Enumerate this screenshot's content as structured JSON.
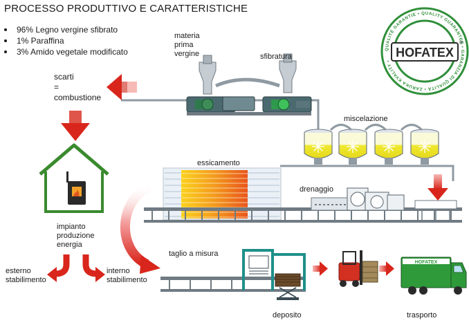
{
  "title": "PROCESSO PRODUTTIVO E CARATTERISTICHE",
  "bullets": [
    "96% Legno vergine sfibrato",
    "1% Paraffina",
    "3% Amido vegetale modificato"
  ],
  "labels": {
    "materia": [
      "materia",
      "prima",
      "vergine"
    ],
    "sfibratura": "sfibratura",
    "scarti": [
      "scarti",
      "=",
      "combustione"
    ],
    "miscelazione": "miscelazione",
    "essicamento": "essicamento",
    "drenaggio": "drenaggio",
    "impianto": [
      "impianto",
      "produzione",
      "energia"
    ],
    "taglio": "taglio a misura",
    "esterno": [
      "esterno",
      "stabilimento"
    ],
    "interno": [
      "interno",
      "stabilimento"
    ],
    "deposito": "deposito",
    "trasporto": "trasporto"
  },
  "logo": {
    "brand": "HOFATEX",
    "ring_text": "QUALITÉ GARANTIE • QUALITY GUARANTEE • GARANZIA DI QUALITÀ • ZARUKA KVALITY •",
    "registered": "®"
  },
  "truck": {
    "text": "HOFATEX"
  },
  "colors": {
    "arrow_red": "#d9261c",
    "house_green": "#3a8a2e",
    "machine_green": "#2e7a4c",
    "tank_yellow": "#f2ec3a",
    "dryer_orange": "#f28a1e",
    "logo_green": "#2f8f3a",
    "teal": "#1f8f8a",
    "forklift_red": "#d23020"
  }
}
